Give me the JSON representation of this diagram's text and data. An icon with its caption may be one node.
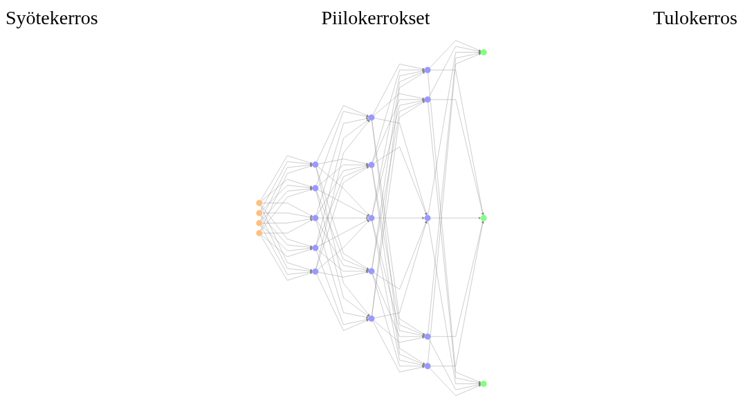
{
  "diagram": {
    "nodes": [
      {
        "text": [],
        "shape": "circle"
      },
      {
        "text": [],
        "shape": "circle"
      },
      {
        "text": [],
        "shape": "circle"
      },
      {
        "text": [],
        "shape": "circle"
      },
      {
        "text": [],
        "shape": "circle"
      },
      {
        "text": [],
        "shape": "circle"
      },
      {
        "text": [],
        "shape": "circle"
      },
      {
        "text": [],
        "shape": "circle"
      },
      {
        "text": [],
        "shape": "circle"
      },
      {
        "text": [],
        "shape": "circle"
      },
      {
        "text": [],
        "shape": "circle"
      },
      {
        "text": [],
        "shape": "circle"
      },
      {
        "text": [],
        "shape": "circle"
      },
      {
        "text": [],
        "shape": "circle"
      },
      {
        "text": [],
        "shape": "circle"
      },
      {
        "text": [],
        "shape": "circle"
      },
      {
        "text": [],
        "shape": "circle"
      },
      {
        "text": [],
        "shape": "circle"
      },
      {
        "text": [],
        "shape": "circle"
      },
      {
        "text": [],
        "shape": "circle"
      },
      {
        "text": [],
        "shape": "circle"
      },
      {
        "text": [],
        "shape": "circle"
      }
    ],
    "edges": [
      {
        "from": 0,
        "to": 4,
        "arrow": "to"
      },
      {
        "from": 0,
        "to": 5,
        "arrow": "to"
      },
      {
        "from": 0,
        "to": 6,
        "arrow": "to"
      },
      {
        "from": 0,
        "to": 7,
        "arrow": "to"
      },
      {
        "from": 0,
        "to": 8,
        "arrow": "to"
      },
      {
        "from": 1,
        "to": 4,
        "arrow": "to"
      },
      {
        "from": 1,
        "to": 5,
        "arrow": "to"
      },
      {
        "from": 1,
        "to": 6,
        "arrow": "to"
      },
      {
        "from": 1,
        "to": 7,
        "arrow": "to"
      },
      {
        "from": 1,
        "to": 8,
        "arrow": "to"
      },
      {
        "from": 2,
        "to": 4,
        "arrow": "to"
      },
      {
        "from": 2,
        "to": 5,
        "arrow": "to"
      },
      {
        "from": 2,
        "to": 6,
        "arrow": "to"
      },
      {
        "from": 2,
        "to": 7,
        "arrow": "to"
      },
      {
        "from": 2,
        "to": 8,
        "arrow": "to"
      },
      {
        "from": 3,
        "to": 4,
        "arrow": "to"
      },
      {
        "from": 3,
        "to": 5,
        "arrow": "to"
      },
      {
        "from": 3,
        "to": 6,
        "arrow": "to"
      },
      {
        "from": 3,
        "to": 7,
        "arrow": "to"
      },
      {
        "from": 3,
        "to": 8,
        "arrow": "to"
      },
      {
        "from": 4,
        "to": 9,
        "arrow": "to"
      },
      {
        "from": 4,
        "to": 10,
        "arrow": "to"
      },
      {
        "from": 4,
        "to": 11,
        "arrow": "to"
      },
      {
        "from": 4,
        "to": 12,
        "arrow": "to"
      },
      {
        "from": 4,
        "to": 13,
        "arrow": "to"
      },
      {
        "from": 5,
        "to": 9,
        "arrow": "to"
      },
      {
        "from": 5,
        "to": 10,
        "arrow": "to"
      },
      {
        "from": 5,
        "to": 11,
        "arrow": "to"
      },
      {
        "from": 5,
        "to": 12,
        "arrow": "to"
      },
      {
        "from": 5,
        "to": 13,
        "arrow": "to"
      },
      {
        "from": 6,
        "to": 9,
        "arrow": "to"
      },
      {
        "from": 6,
        "to": 10,
        "arrow": "to"
      },
      {
        "from": 6,
        "to": 11,
        "arrow": "to"
      },
      {
        "from": 6,
        "to": 12,
        "arrow": "to"
      },
      {
        "from": 6,
        "to": 13,
        "arrow": "to"
      },
      {
        "from": 7,
        "to": 9,
        "arrow": "to"
      },
      {
        "from": 7,
        "to": 10,
        "arrow": "to"
      },
      {
        "from": 7,
        "to": 11,
        "arrow": "to"
      },
      {
        "from": 7,
        "to": 12,
        "arrow": "to"
      },
      {
        "from": 7,
        "to": 13,
        "arrow": "to"
      },
      {
        "from": 8,
        "to": 9,
        "arrow": "to"
      },
      {
        "from": 8,
        "to": 10,
        "arrow": "to"
      },
      {
        "from": 8,
        "to": 11,
        "arrow": "to"
      },
      {
        "from": 8,
        "to": 12,
        "arrow": "to"
      },
      {
        "from": 8,
        "to": 13,
        "arrow": "to"
      },
      {
        "from": 9,
        "to": 14,
        "arrow": "to"
      },
      {
        "from": 9,
        "to": 15,
        "arrow": "to"
      },
      {
        "from": 9,
        "to": 16,
        "arrow": "to"
      },
      {
        "from": 9,
        "to": 17,
        "arrow": "to"
      },
      {
        "from": 9,
        "to": 18,
        "arrow": "to"
      },
      {
        "from": 10,
        "to": 14,
        "arrow": "to"
      },
      {
        "from": 10,
        "to": 15,
        "arrow": "to"
      },
      {
        "from": 10,
        "to": 16,
        "arrow": "to"
      },
      {
        "from": 10,
        "to": 17,
        "arrow": "to"
      },
      {
        "from": 10,
        "to": 18,
        "arrow": "to"
      },
      {
        "from": 11,
        "to": 14,
        "arrow": "to"
      },
      {
        "from": 11,
        "to": 15,
        "arrow": "to"
      },
      {
        "from": 11,
        "to": 16,
        "arrow": "to"
      },
      {
        "from": 11,
        "to": 17,
        "arrow": "to"
      },
      {
        "from": 11,
        "to": 18,
        "arrow": "to"
      },
      {
        "from": 12,
        "to": 14,
        "arrow": "to"
      },
      {
        "from": 12,
        "to": 15,
        "arrow": "to"
      },
      {
        "from": 12,
        "to": 16,
        "arrow": "to"
      },
      {
        "from": 12,
        "to": 17,
        "arrow": "to"
      },
      {
        "from": 12,
        "to": 18,
        "arrow": "to"
      },
      {
        "from": 13,
        "to": 14,
        "arrow": "to"
      },
      {
        "from": 13,
        "to": 15,
        "arrow": "to"
      },
      {
        "from": 13,
        "to": 16,
        "arrow": "to"
      },
      {
        "from": 13,
        "to": 17,
        "arrow": "to"
      },
      {
        "from": 13,
        "to": 18,
        "arrow": "to"
      },
      {
        "from": 14,
        "to": 19,
        "arrow": "to"
      },
      {
        "from": 14,
        "to": 20,
        "arrow": "to"
      },
      {
        "from": 14,
        "to": 21,
        "arrow": "to"
      },
      {
        "from": 15,
        "to": 19,
        "arrow": "to"
      },
      {
        "from": 15,
        "to": 20,
        "arrow": "to"
      },
      {
        "from": 15,
        "to": 21,
        "arrow": "to"
      },
      {
        "from": 16,
        "to": 19,
        "arrow": "to"
      },
      {
        "from": 16,
        "to": 20,
        "arrow": "to"
      },
      {
        "from": 16,
        "to": 21,
        "arrow": "to"
      },
      {
        "from": 17,
        "to": 19,
        "arrow": "to"
      },
      {
        "from": 17,
        "to": 20,
        "arrow": "to"
      },
      {
        "from": 17,
        "to": 21,
        "arrow": "to"
      },
      {
        "from": 18,
        "to": 19,
        "arrow": "to"
      },
      {
        "from": 18,
        "to": 20,
        "arrow": "to"
      },
      {
        "from": 18,
        "to": 21,
        "arrow": "to"
      }
    ],
    "labels": [
      "Syötekerros",
      "Piilokerrokset",
      "Tulokerros"
    ]
  }
}
